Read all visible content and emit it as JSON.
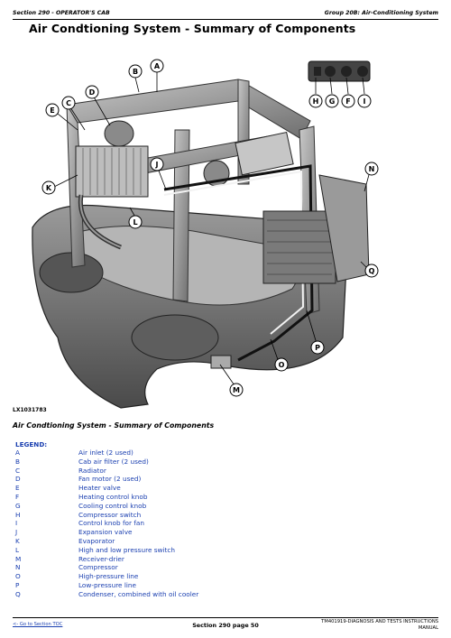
{
  "header": {
    "left": "Section 290 - OPERATOR'S CAB",
    "right": "Group 20B: Air-Conditioning System"
  },
  "page_title": "Air Condtioning System - Summary of Components",
  "figure": {
    "code": "LX1031783",
    "callouts": [
      "A",
      "B",
      "C",
      "D",
      "E",
      "F",
      "G",
      "H",
      "I",
      "J",
      "K",
      "L",
      "M",
      "N",
      "O",
      "P",
      "Q"
    ]
  },
  "caption": "Air Condtioning System - Summary of Components",
  "legend": {
    "title": "LEGEND:",
    "items": [
      {
        "letter": "A",
        "desc": "Air inlet (2 used)"
      },
      {
        "letter": "B",
        "desc": "Cab air filter (2 used)"
      },
      {
        "letter": "C",
        "desc": "Radiator"
      },
      {
        "letter": "D",
        "desc": "Fan motor (2 used)"
      },
      {
        "letter": "E",
        "desc": "Heater valve"
      },
      {
        "letter": "F",
        "desc": "Heating control knob"
      },
      {
        "letter": "G",
        "desc": "Cooling control knob"
      },
      {
        "letter": "H",
        "desc": "Compressor switch"
      },
      {
        "letter": "I",
        "desc": "Control knob for fan"
      },
      {
        "letter": "J",
        "desc": "Expansion valve"
      },
      {
        "letter": "K",
        "desc": "Evaporator"
      },
      {
        "letter": "L",
        "desc": "High and low pressure switch"
      },
      {
        "letter": "M",
        "desc": "Receiver-drier"
      },
      {
        "letter": "N",
        "desc": "Compressor"
      },
      {
        "letter": "O",
        "desc": "High-pressure line"
      },
      {
        "letter": "P",
        "desc": "Low-pressure line"
      },
      {
        "letter": "Q",
        "desc": "Condenser, combined with oil cooler"
      }
    ]
  },
  "footer": {
    "link": "<- Go to Section TOC",
    "center": "Section 290 page 50",
    "right_line1": "TM401919-DIAGNOSIS AND TESTS INSTRUCTIONS",
    "right_line2": "MANUAL"
  }
}
